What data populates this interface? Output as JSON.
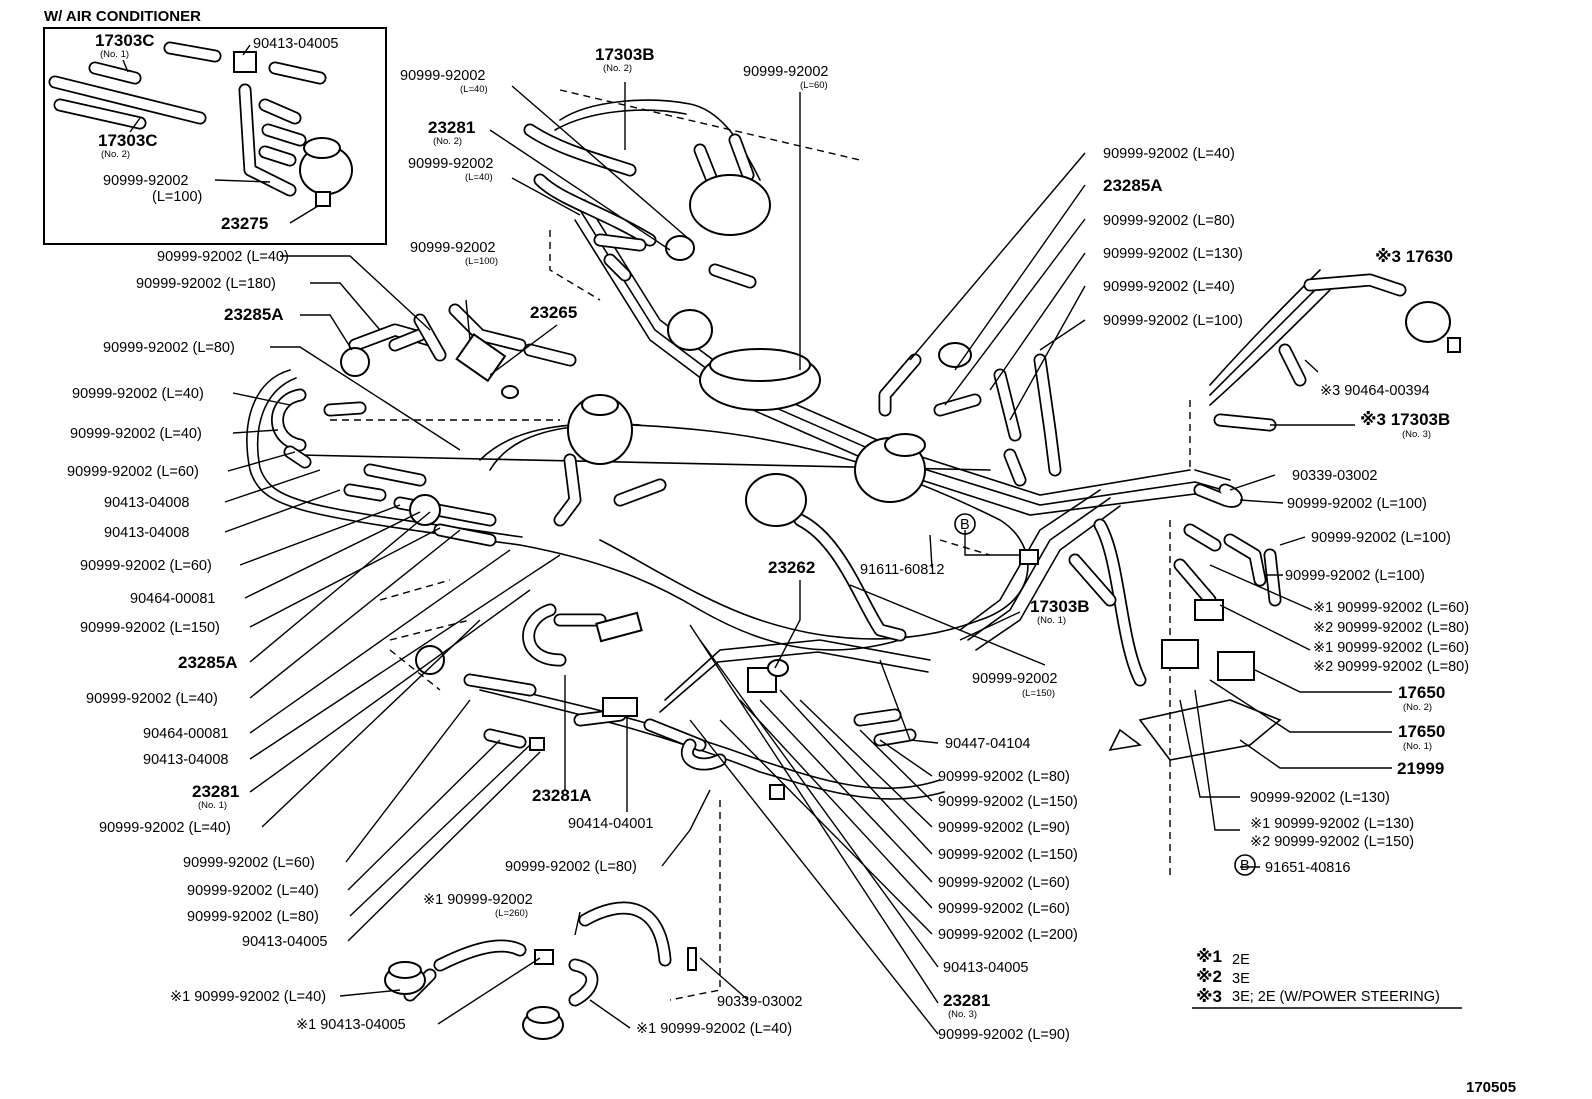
{
  "inset": {
    "title": "W/ AIR CONDITIONER",
    "labels": {
      "c1_num": "17303C",
      "c1_sub": "(No. 1)",
      "c2_num": "17303C",
      "c2_sub": "(No. 2)",
      "clip": "90413-04005",
      "hose_num": "90999-92002",
      "hose_sub": "(L=100)",
      "valve": "23275"
    }
  },
  "callouts": {
    "hose_l40_top": "90999-92002",
    "hose_l40_top_sub": "(L=40)",
    "p17303b_no2": "17303B",
    "p17303b_no2_sub": "(No. 2)",
    "hose_l60_top": "90999-92002",
    "hose_l60_top_sub": "(L=60)",
    "p23281_no2": "23281",
    "p23281_no2_sub": "(No. 2)",
    "hose_l40_b": "90999-92002",
    "hose_l40_b_sub": "(L=40)",
    "l_40_1": "90999-92002 (L=40)",
    "l_180": "90999-92002 (L=180)",
    "l_23285a_1": "23285A",
    "l_80_1": "90999-92002 (L=80)",
    "l_40_2": "90999-92002 (L=40)",
    "l_40_3": "90999-92002 (L=40)",
    "l_60_1": "90999-92002 (L=60)",
    "l_04008_1": "90413-04008",
    "l_04008_2": "90413-04008",
    "l_60_2": "90999-92002 (L=60)",
    "l_00081_1": "90464-00081",
    "l_150_1": "90999-92002 (L=150)",
    "l_23285a_2": "23285A",
    "l_40_4": "90999-92002 (L=40)",
    "l_00081_2": "90464-00081",
    "l_04008_3": "90413-04008",
    "l_23281_no1": "23281",
    "l_23281_no1_sub": "(No. 1)",
    "l_40_5": "90999-92002 (L=40)",
    "l_60_3": "90999-92002 (L=60)",
    "l_40_6": "90999-92002 (L=40)",
    "l_80_2": "90999-92002 (L=80)",
    "l_04005_1": "90413-04005",
    "hose_l100_mid": "90999-92002",
    "hose_l100_mid_sub": "(L=100)",
    "p23265": "23265",
    "p23262": "23262",
    "p23281a": "23281A",
    "p90414": "90414-04001",
    "l_80_bot": "90999-92002 (L=80)",
    "s1_hose_260": "※1 90999-92002",
    "s1_hose_260_sub": "(L=260)",
    "s1_hose_40": "※1 90999-92002 (L=40)",
    "s1_clip": "※1 90413-04005",
    "s1_hose_40b": "※1 90999-92002 (L=40)",
    "l_03002_bot": "90339-03002",
    "r_40_1": "90999-92002 (L=40)",
    "r_23285a": "23285A",
    "r_80": "90999-92002 (L=80)",
    "r_130": "90999-92002 (L=130)",
    "r_40_2": "90999-92002 (L=40)",
    "r_100": "90999-92002 (L=100)",
    "r_317630": "※3 17630",
    "r_00394": "※3 90464-00394",
    "r_17303b_no3": "※3 17303B",
    "r_17303b_no3_sub": "(No. 3)",
    "r_03002": "90339-03002",
    "r_100_a": "90999-92002 (L=100)",
    "r_100_b": "90999-92002 (L=100)",
    "r_100_c": "90999-92002 (L=100)",
    "r_s1_60": "※1 90999-92002 (L=60)",
    "r_s2_80": "※2 90999-92002 (L=80)",
    "r_s1_60b": "※1 90999-92002 (L=60)",
    "r_s2_80b": "※2 90999-92002 (L=80)",
    "r_17650_no2": "17650",
    "r_17650_no2_sub": "(No. 2)",
    "r_17650_no1": "17650",
    "r_17650_no1_sub": "(No. 1)",
    "r_21999": "21999",
    "r_130b": "90999-92002 (L=130)",
    "r_s1_130": "※1 90999-92002 (L=130)",
    "r_s2_150": "※2 90999-92002 (L=150)",
    "r_b_marker": "B",
    "r_91651": "91651-40816",
    "c_b_marker": "B",
    "c_91611": "91611-60812",
    "c_17303b_no1": "17303B",
    "c_17303b_no1_sub": "(No. 1)",
    "c_150": "90999-92002",
    "c_150_sub": "(L=150)",
    "c_04104": "90447-04104",
    "m_80": "90999-92002 (L=80)",
    "m_150": "90999-92002 (L=150)",
    "m_90": "90999-92002 (L=90)",
    "m_150b": "90999-92002 (L=150)",
    "m_60": "90999-92002 (L=60)",
    "m_60b": "90999-92002 (L=60)",
    "m_200": "90999-92002 (L=200)",
    "m_04005": "90413-04005",
    "m_23281_no3": "23281",
    "m_23281_no3_sub": "(No. 3)",
    "m_90b": "90999-92002 (L=90)"
  },
  "legend": [
    {
      "mark": "※1",
      "text": "2E"
    },
    {
      "mark": "※2",
      "text": "3E"
    },
    {
      "mark": "※3",
      "text": "3E; 2E (W/POWER STEERING)"
    }
  ],
  "figure_number": "170505"
}
